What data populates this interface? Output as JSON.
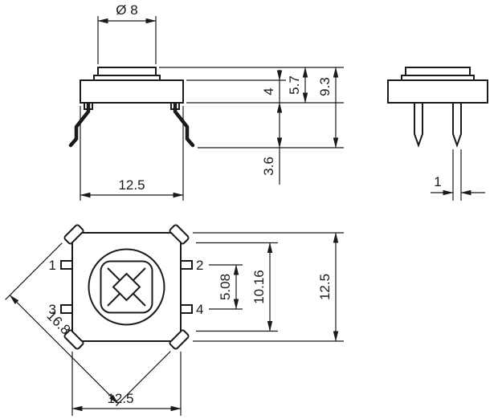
{
  "colors": {
    "line": "#1a1a1a",
    "background": "#ffffff"
  },
  "front_view": {
    "cap_diameter": "Ø 8",
    "body_width": "12.5",
    "body_height": "4",
    "height_above_board": "5.7",
    "total_height": "9.3",
    "lead_length": "3.6"
  },
  "side_view": {
    "lead_width": "1"
  },
  "top_view": {
    "pin_labels": {
      "pin1": "1",
      "pin2": "2",
      "pin3": "3",
      "pin4": "4"
    },
    "lead_pitch": "5.08",
    "lead_span": "10.16",
    "body_depth": "12.5",
    "body_width": "12.5",
    "diagonal_across_corners": "16.8"
  }
}
